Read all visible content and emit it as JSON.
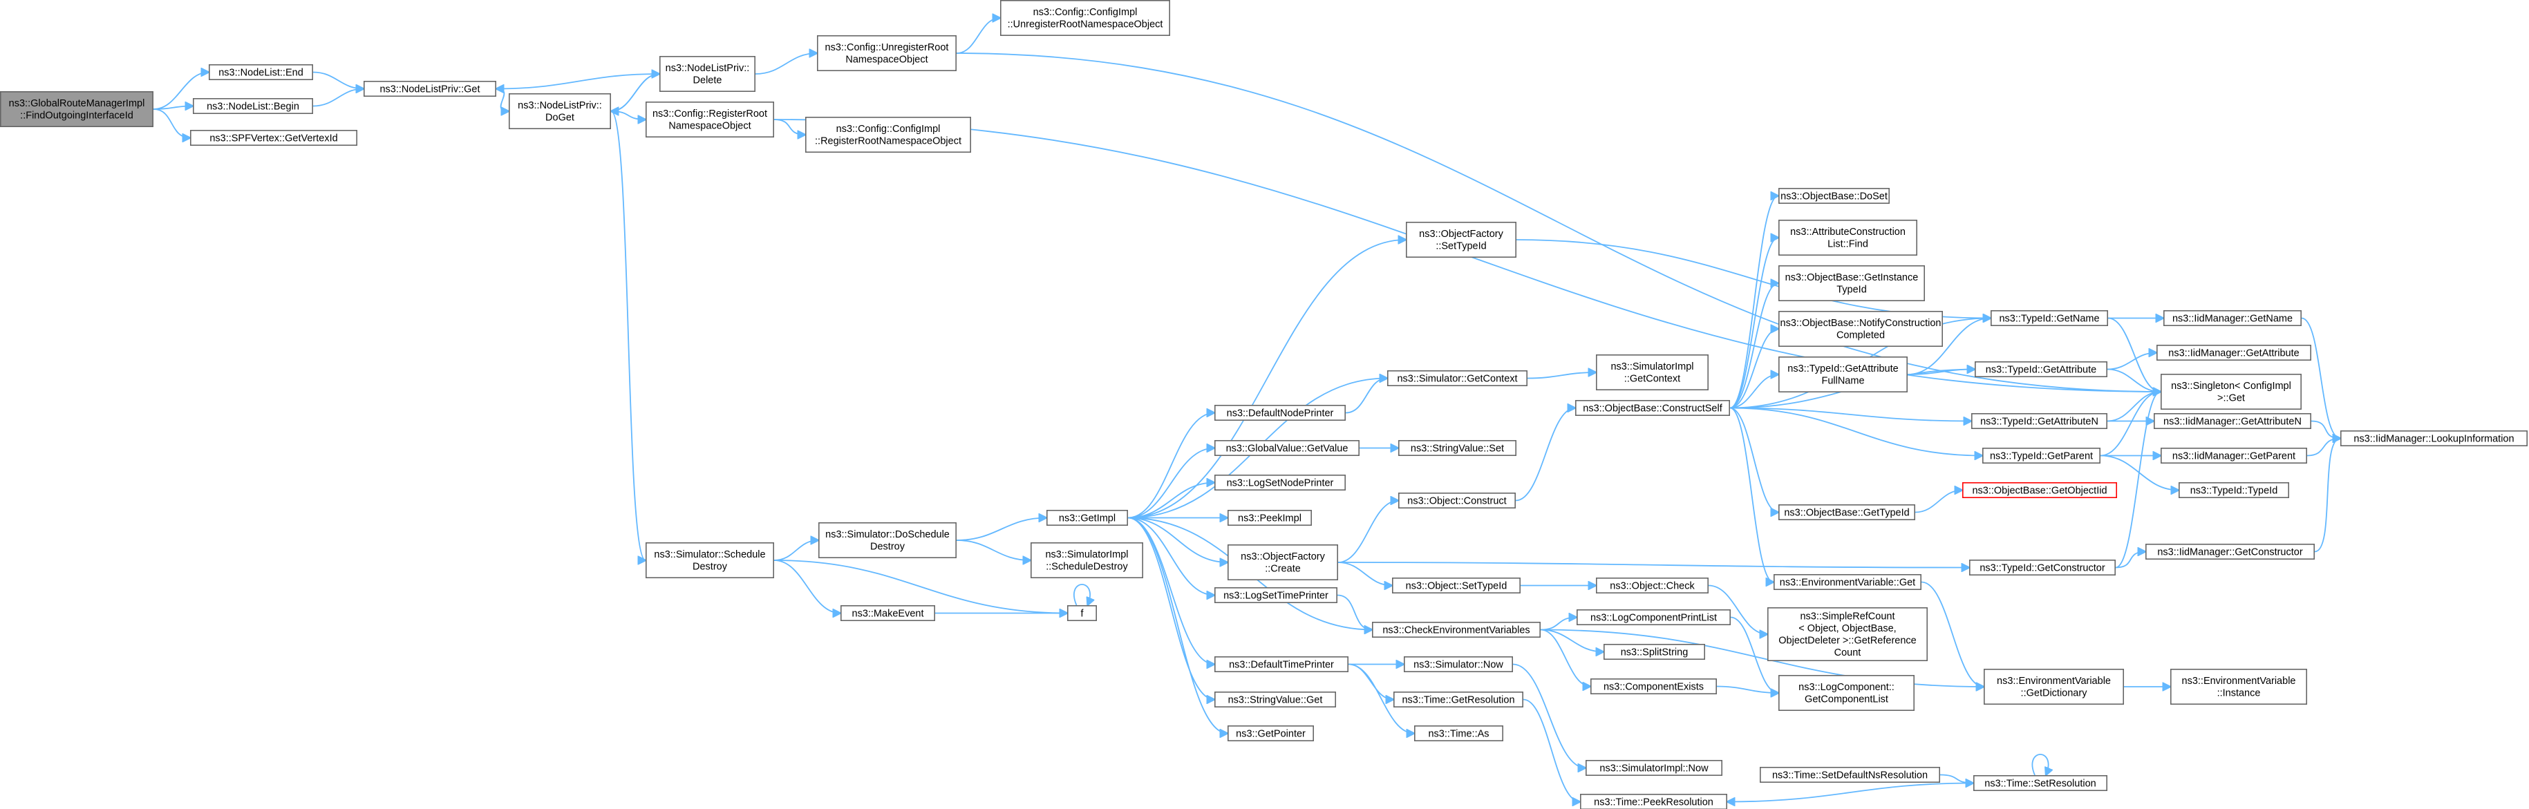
{
  "graph": {
    "title": "",
    "nodes": [
      {
        "id": "root",
        "lines": [
          "ns3::GlobalRouteManagerImpl",
          "::FindOutgoingInterfaceId"
        ],
        "variant": "root"
      },
      {
        "id": "nl_end",
        "lines": [
          "ns3::NodeList::End"
        ]
      },
      {
        "id": "nl_begin",
        "lines": [
          "ns3::NodeList::Begin"
        ]
      },
      {
        "id": "spf_getvertexid",
        "lines": [
          "ns3::SPFVertex::GetVertexId"
        ]
      },
      {
        "id": "nlp_get",
        "lines": [
          "ns3::NodeListPriv::Get"
        ]
      },
      {
        "id": "nlp_doget",
        "lines": [
          "ns3::NodeListPriv::",
          "DoGet"
        ]
      },
      {
        "id": "nlp_delete",
        "lines": [
          "ns3::NodeListPriv::",
          "Delete"
        ]
      },
      {
        "id": "cfg_unreg",
        "lines": [
          "ns3::Config::UnregisterRoot",
          "NamespaceObject"
        ]
      },
      {
        "id": "cfg_reg",
        "lines": [
          "ns3::Config::RegisterRoot",
          "NamespaceObject"
        ]
      },
      {
        "id": "cfgimpl_unreg",
        "lines": [
          "ns3::Config::ConfigImpl",
          "::UnregisterRootNamespaceObject"
        ]
      },
      {
        "id": "cfgimpl_reg",
        "lines": [
          "ns3::Config::ConfigImpl",
          "::RegisterRootNamespaceObject"
        ]
      },
      {
        "id": "sim_sched_destroy",
        "lines": [
          "ns3::Simulator::Schedule",
          "Destroy"
        ]
      },
      {
        "id": "make_event",
        "lines": [
          "ns3::MakeEvent"
        ]
      },
      {
        "id": "sim_do_sched_destroy",
        "lines": [
          "ns3::Simulator::DoSchedule",
          "Destroy"
        ]
      },
      {
        "id": "f",
        "lines": [
          "f"
        ]
      },
      {
        "id": "get_impl",
        "lines": [
          "ns3::GetImpl"
        ]
      },
      {
        "id": "simimpl_sched_destroy",
        "lines": [
          "ns3::SimulatorImpl",
          "::ScheduleDestroy"
        ]
      },
      {
        "id": "obj_factory_settypeid",
        "lines": [
          "ns3::ObjectFactory",
          "::SetTypeId"
        ]
      },
      {
        "id": "default_node_printer",
        "lines": [
          "ns3::DefaultNodePrinter"
        ]
      },
      {
        "id": "globalvalue_getvalue",
        "lines": [
          "ns3::GlobalValue::GetValue"
        ]
      },
      {
        "id": "log_set_node_printer",
        "lines": [
          "ns3::LogSetNodePrinter"
        ]
      },
      {
        "id": "peek_impl",
        "lines": [
          "ns3::PeekImpl"
        ]
      },
      {
        "id": "obj_factory_create",
        "lines": [
          "ns3::ObjectFactory",
          "::Create"
        ]
      },
      {
        "id": "log_set_time_printer",
        "lines": [
          "ns3::LogSetTimePrinter"
        ]
      },
      {
        "id": "default_time_printer",
        "lines": [
          "ns3::DefaultTimePrinter"
        ]
      },
      {
        "id": "stringvalue_get",
        "lines": [
          "ns3::StringValue::Get"
        ]
      },
      {
        "id": "get_pointer",
        "lines": [
          "ns3::GetPointer"
        ]
      },
      {
        "id": "sim_getcontext",
        "lines": [
          "ns3::Simulator::GetContext"
        ]
      },
      {
        "id": "stringvalue_set",
        "lines": [
          "ns3::StringValue::Set"
        ]
      },
      {
        "id": "obj_construct",
        "lines": [
          "ns3::Object::Construct"
        ]
      },
      {
        "id": "obj_settypeid",
        "lines": [
          "ns3::Object::SetTypeId"
        ]
      },
      {
        "id": "check_env_vars",
        "lines": [
          "ns3::CheckEnvironmentVariables"
        ]
      },
      {
        "id": "sim_now",
        "lines": [
          "ns3::Simulator::Now"
        ]
      },
      {
        "id": "time_getresolution",
        "lines": [
          "ns3::Time::GetResolution"
        ]
      },
      {
        "id": "time_as",
        "lines": [
          "ns3::Time::As"
        ]
      },
      {
        "id": "simimpl_getcontext",
        "lines": [
          "ns3::SimulatorImpl",
          "::GetContext"
        ]
      },
      {
        "id": "objbase_constructself",
        "lines": [
          "ns3::ObjectBase::ConstructSelf"
        ]
      },
      {
        "id": "obj_check",
        "lines": [
          "ns3::Object::Check"
        ]
      },
      {
        "id": "log_component_print_list",
        "lines": [
          "ns3::LogComponentPrintList"
        ]
      },
      {
        "id": "split_string",
        "lines": [
          "ns3::SplitString"
        ]
      },
      {
        "id": "component_exists",
        "lines": [
          "ns3::ComponentExists"
        ]
      },
      {
        "id": "simimpl_now",
        "lines": [
          "ns3::SimulatorImpl::Now"
        ]
      },
      {
        "id": "time_peekresolution",
        "lines": [
          "ns3::Time::PeekResolution"
        ]
      },
      {
        "id": "objbase_doset",
        "lines": [
          "ns3::ObjectBase::DoSet"
        ]
      },
      {
        "id": "attr_construction_find",
        "lines": [
          "ns3::AttributeConstruction",
          "List::Find"
        ]
      },
      {
        "id": "objbase_getinstancetypeid",
        "lines": [
          "ns3::ObjectBase::GetInstance",
          "TypeId"
        ]
      },
      {
        "id": "objbase_notify",
        "lines": [
          "ns3::ObjectBase::NotifyConstruction",
          "Completed"
        ]
      },
      {
        "id": "typeid_getattrfullname",
        "lines": [
          "ns3::TypeId::GetAttribute",
          "FullName"
        ]
      },
      {
        "id": "objbase_gettypeid",
        "lines": [
          "ns3::ObjectBase::GetTypeId"
        ]
      },
      {
        "id": "envvar_get",
        "lines": [
          "ns3::EnvironmentVariable::Get"
        ]
      },
      {
        "id": "simple_refcount",
        "lines": [
          "ns3::SimpleRefCount",
          "< Object, ObjectBase,",
          "ObjectDeleter >::GetReference",
          "Count"
        ]
      },
      {
        "id": "logcomponent_getlist",
        "lines": [
          "ns3::LogComponent::",
          "GetComponentList"
        ]
      },
      {
        "id": "time_set_default_ns",
        "lines": [
          "ns3::Time::SetDefaultNsResolution"
        ]
      },
      {
        "id": "typeid_getname",
        "lines": [
          "ns3::TypeId::GetName"
        ]
      },
      {
        "id": "typeid_getattribute",
        "lines": [
          "ns3::TypeId::GetAttribute"
        ]
      },
      {
        "id": "typeid_getattributen",
        "lines": [
          "ns3::TypeId::GetAttributeN"
        ]
      },
      {
        "id": "typeid_getparent",
        "lines": [
          "ns3::TypeId::GetParent"
        ]
      },
      {
        "id": "objbase_getobjectiid",
        "lines": [
          "ns3::ObjectBase::GetObjectIid"
        ],
        "variant": "err"
      },
      {
        "id": "typeid_getconstructor",
        "lines": [
          "ns3::TypeId::GetConstructor"
        ]
      },
      {
        "id": "envvar_getdictionary",
        "lines": [
          "ns3::EnvironmentVariable",
          "::GetDictionary"
        ]
      },
      {
        "id": "time_setresolution",
        "lines": [
          "ns3::Time::SetResolution"
        ]
      },
      {
        "id": "singleton_get",
        "lines": [
          "ns3::Singleton< ConfigImpl",
          ">::Get"
        ]
      },
      {
        "id": "iidm_getname",
        "lines": [
          "ns3::IidManager::GetName"
        ]
      },
      {
        "id": "iidm_getattribute",
        "lines": [
          "ns3::IidManager::GetAttribute"
        ]
      },
      {
        "id": "iidm_getattributen",
        "lines": [
          "ns3::IidManager::GetAttributeN"
        ]
      },
      {
        "id": "iidm_getparent",
        "lines": [
          "ns3::IidManager::GetParent"
        ]
      },
      {
        "id": "typeid_typeid",
        "lines": [
          "ns3::TypeId::TypeId"
        ]
      },
      {
        "id": "iidm_getconstructor",
        "lines": [
          "ns3::IidManager::GetConstructor"
        ]
      },
      {
        "id": "envvar_instance",
        "lines": [
          "ns3::EnvironmentVariable",
          "::Instance"
        ]
      },
      {
        "id": "iidm_lookup",
        "lines": [
          "ns3::IidManager::LookupInformation"
        ]
      }
    ],
    "edges": [
      [
        "root",
        "nl_end"
      ],
      [
        "root",
        "nl_begin"
      ],
      [
        "root",
        "spf_getvertexid"
      ],
      [
        "nl_end",
        "nlp_get"
      ],
      [
        "nl_begin",
        "nlp_get"
      ],
      [
        "nlp_get",
        "nlp_doget"
      ],
      [
        "nlp_doget",
        "nlp_delete"
      ],
      [
        "nlp_doget",
        "cfg_reg"
      ],
      [
        "nlp_doget",
        "sim_sched_destroy"
      ],
      [
        "nlp_delete",
        "nlp_get"
      ],
      [
        "nlp_delete",
        "nlp_doget"
      ],
      [
        "nlp_delete",
        "cfg_unreg"
      ],
      [
        "cfg_unreg",
        "cfgimpl_unreg"
      ],
      [
        "cfg_unreg",
        "singleton_get"
      ],
      [
        "cfg_reg",
        "cfgimpl_reg"
      ],
      [
        "cfg_reg",
        "singleton_get"
      ],
      [
        "sim_sched_destroy",
        "sim_do_sched_destroy"
      ],
      [
        "sim_sched_destroy",
        "make_event"
      ],
      [
        "sim_sched_destroy",
        "f"
      ],
      [
        "make_event",
        "f"
      ],
      [
        "f",
        "f"
      ],
      [
        "sim_do_sched_destroy",
        "get_impl"
      ],
      [
        "sim_do_sched_destroy",
        "simimpl_sched_destroy"
      ],
      [
        "get_impl",
        "obj_factory_settypeid"
      ],
      [
        "get_impl",
        "default_node_printer"
      ],
      [
        "get_impl",
        "globalvalue_getvalue"
      ],
      [
        "get_impl",
        "log_set_node_printer"
      ],
      [
        "get_impl",
        "peek_impl"
      ],
      [
        "get_impl",
        "obj_factory_create"
      ],
      [
        "get_impl",
        "log_set_time_printer"
      ],
      [
        "get_impl",
        "default_time_printer"
      ],
      [
        "get_impl",
        "stringvalue_get"
      ],
      [
        "get_impl",
        "get_pointer"
      ],
      [
        "get_impl",
        "sim_getcontext"
      ],
      [
        "get_impl",
        "check_env_vars"
      ],
      [
        "obj_factory_settypeid",
        "typeid_getname"
      ],
      [
        "default_node_printer",
        "sim_getcontext"
      ],
      [
        "sim_getcontext",
        "simimpl_getcontext"
      ],
      [
        "globalvalue_getvalue",
        "stringvalue_set"
      ],
      [
        "obj_factory_create",
        "obj_construct"
      ],
      [
        "obj_factory_create",
        "obj_settypeid"
      ],
      [
        "obj_factory_create",
        "typeid_getconstructor"
      ],
      [
        "obj_construct",
        "objbase_constructself"
      ],
      [
        "obj_settypeid",
        "obj_check"
      ],
      [
        "obj_check",
        "simple_refcount"
      ],
      [
        "log_set_time_printer",
        "check_env_vars"
      ],
      [
        "check_env_vars",
        "log_component_print_list"
      ],
      [
        "check_env_vars",
        "split_string"
      ],
      [
        "check_env_vars",
        "component_exists"
      ],
      [
        "check_env_vars",
        "envvar_getdictionary"
      ],
      [
        "log_component_print_list",
        "logcomponent_getlist"
      ],
      [
        "component_exists",
        "logcomponent_getlist"
      ],
      [
        "default_time_printer",
        "sim_now"
      ],
      [
        "default_time_printer",
        "time_getresolution"
      ],
      [
        "default_time_printer",
        "time_as"
      ],
      [
        "sim_now",
        "simimpl_now"
      ],
      [
        "time_getresolution",
        "time_peekresolution"
      ],
      [
        "objbase_constructself",
        "objbase_doset"
      ],
      [
        "objbase_constructself",
        "attr_construction_find"
      ],
      [
        "objbase_constructself",
        "objbase_getinstancetypeid"
      ],
      [
        "objbase_constructself",
        "objbase_notify"
      ],
      [
        "objbase_constructself",
        "typeid_getattrfullname"
      ],
      [
        "objbase_constructself",
        "typeid_getname"
      ],
      [
        "objbase_constructself",
        "typeid_getattribute"
      ],
      [
        "objbase_constructself",
        "typeid_getattributen"
      ],
      [
        "objbase_constructself",
        "typeid_getparent"
      ],
      [
        "objbase_constructself",
        "objbase_gettypeid"
      ],
      [
        "objbase_constructself",
        "envvar_get"
      ],
      [
        "typeid_getattrfullname",
        "typeid_getname"
      ],
      [
        "typeid_getattrfullname",
        "typeid_getattribute"
      ],
      [
        "objbase_gettypeid",
        "objbase_getobjectiid"
      ],
      [
        "envvar_get",
        "envvar_getdictionary"
      ],
      [
        "envvar_getdictionary",
        "envvar_instance"
      ],
      [
        "time_set_default_ns",
        "time_setresolution"
      ],
      [
        "time_setresolution",
        "time_peekresolution"
      ],
      [
        "time_setresolution",
        "time_setresolution"
      ],
      [
        "typeid_getname",
        "iidm_getname"
      ],
      [
        "typeid_getname",
        "singleton_get"
      ],
      [
        "typeid_getattribute",
        "iidm_getattribute"
      ],
      [
        "typeid_getattribute",
        "singleton_get"
      ],
      [
        "typeid_getattributen",
        "iidm_getattributen"
      ],
      [
        "typeid_getattributen",
        "singleton_get"
      ],
      [
        "typeid_getparent",
        "iidm_getparent"
      ],
      [
        "typeid_getparent",
        "typeid_typeid"
      ],
      [
        "typeid_getparent",
        "singleton_get"
      ],
      [
        "typeid_getconstructor",
        "iidm_getconstructor"
      ],
      [
        "typeid_getconstructor",
        "singleton_get"
      ],
      [
        "iidm_getname",
        "iidm_lookup"
      ],
      [
        "iidm_getattributen",
        "iidm_lookup"
      ],
      [
        "iidm_getparent",
        "iidm_lookup"
      ],
      [
        "iidm_getconstructor",
        "iidm_lookup"
      ]
    ]
  }
}
